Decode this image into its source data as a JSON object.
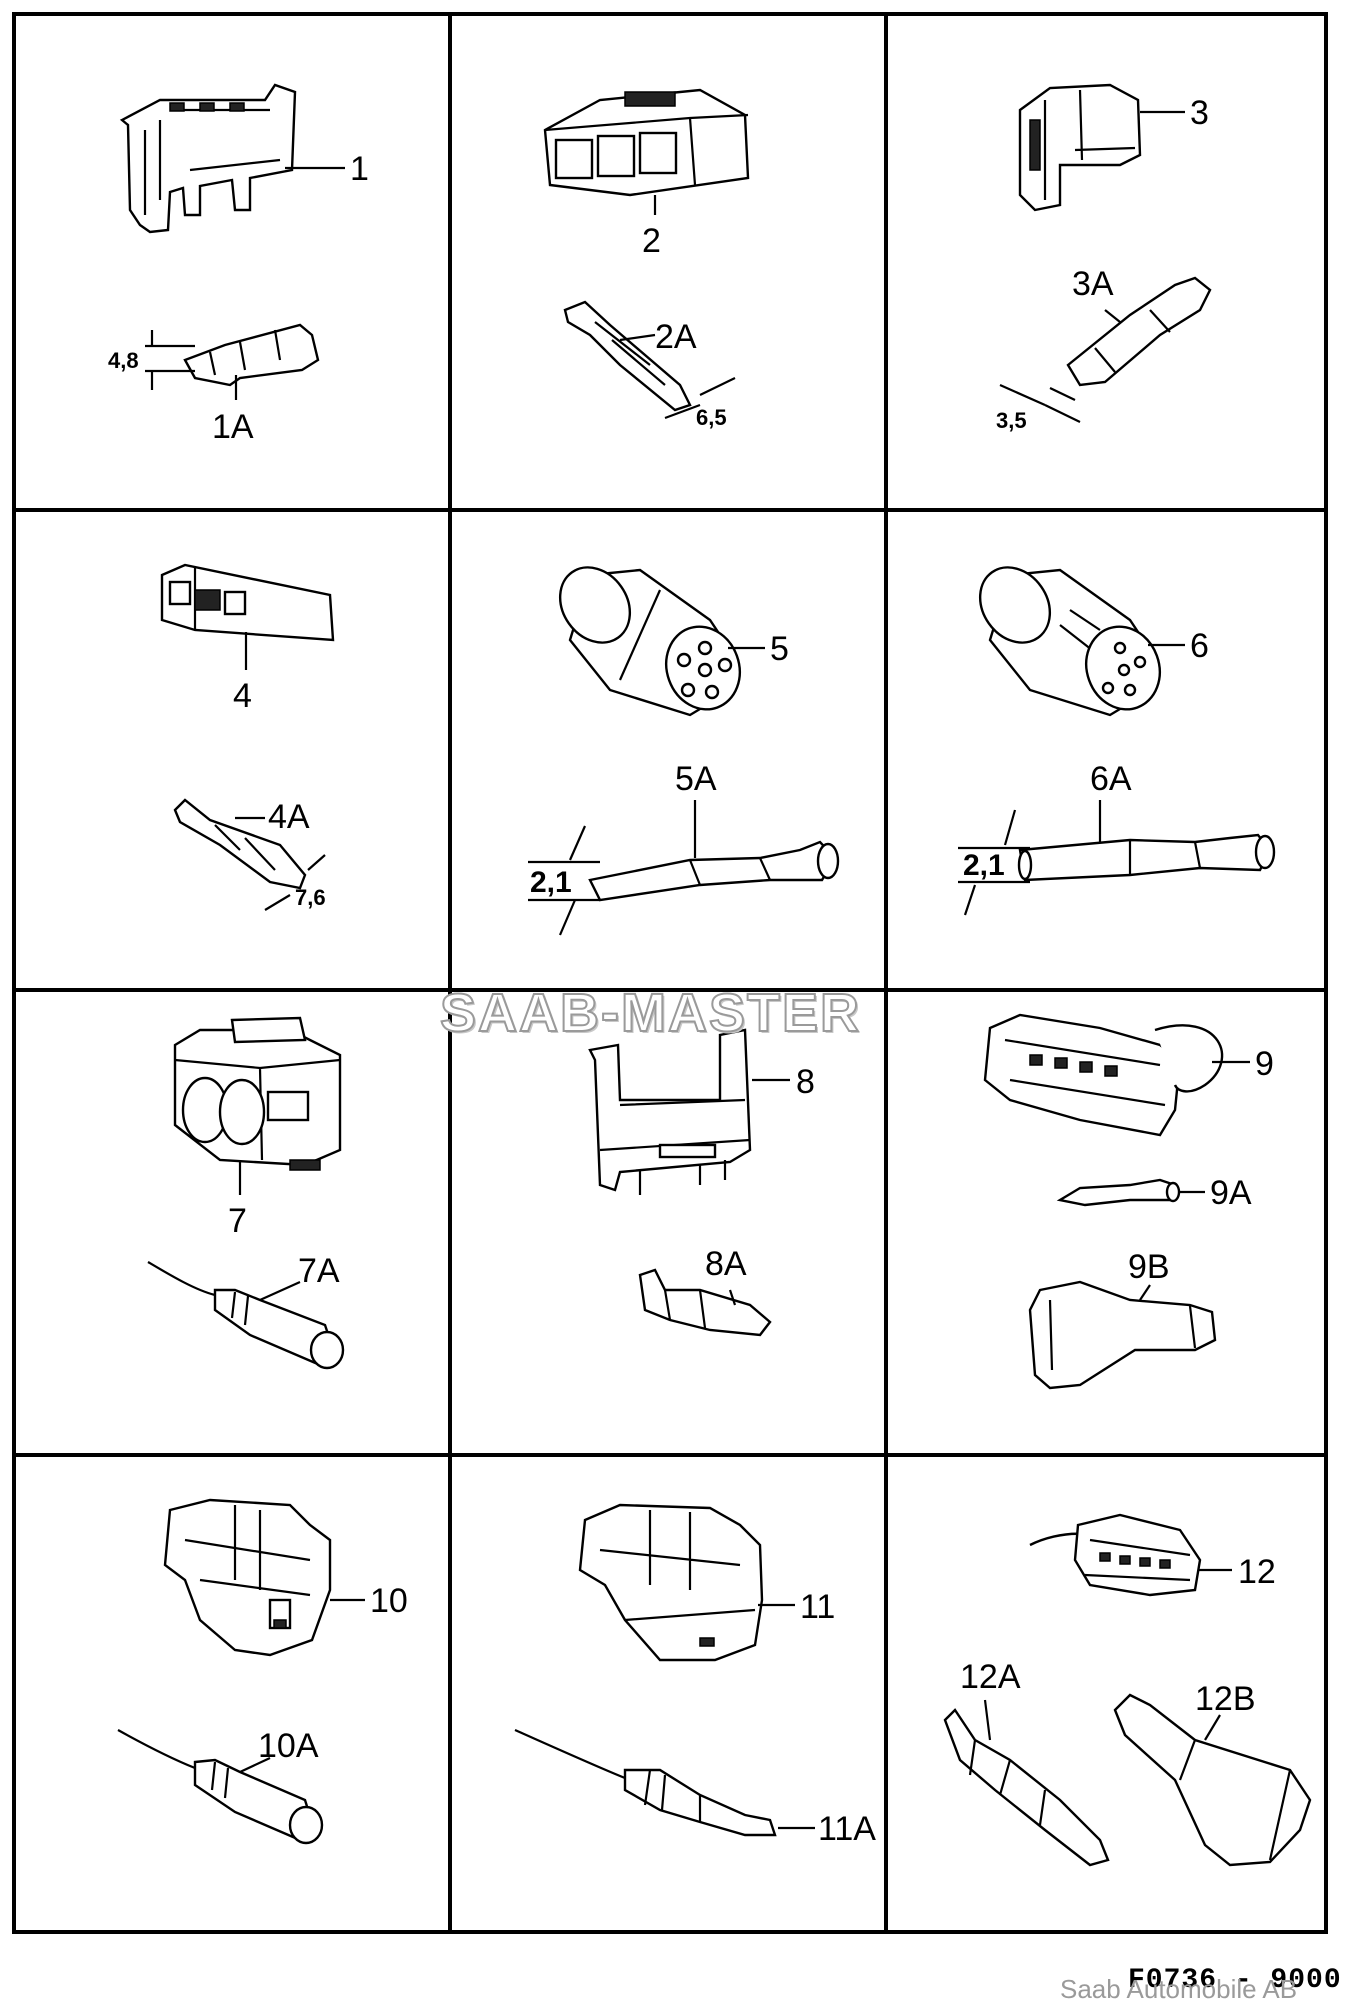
{
  "labels": {
    "p1": "1",
    "p1a": "1A",
    "p2": "2",
    "p2a": "2A",
    "p3": "3",
    "p3a": "3A",
    "p4": "4",
    "p4a": "4A",
    "p5": "5",
    "p5a": "5A",
    "p6": "6",
    "p6a": "6A",
    "p7": "7",
    "p7a": "7A",
    "p8": "8",
    "p8a": "8A",
    "p9": "9",
    "p9a": "9A",
    "p9b": "9B",
    "p10": "10",
    "p10a": "10A",
    "p11": "11",
    "p11a": "11A",
    "p12": "12",
    "p12a": "12A",
    "p12b": "12B"
  },
  "dimensions": {
    "d1a": "4,8",
    "d2a": "6,5",
    "d3a": "3,5",
    "d4a": "7,6",
    "d5a": "2,1",
    "d6a": "2,1"
  },
  "watermark": "SAAB-MASTER",
  "figure_code": "F0736 - 9000",
  "copyright": "Saab Automobile AB"
}
